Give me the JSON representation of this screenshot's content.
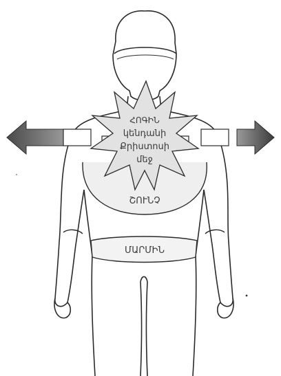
{
  "starburst": {
    "line1": "ՀՈԳԻՆ",
    "line2": "կենդանի",
    "line3": "Քրիստոսի",
    "line4": "մեջ"
  },
  "chest_label": "ՇՈՒՆՉ",
  "waist_label": "ՄԱՐՄԻՆ"
}
